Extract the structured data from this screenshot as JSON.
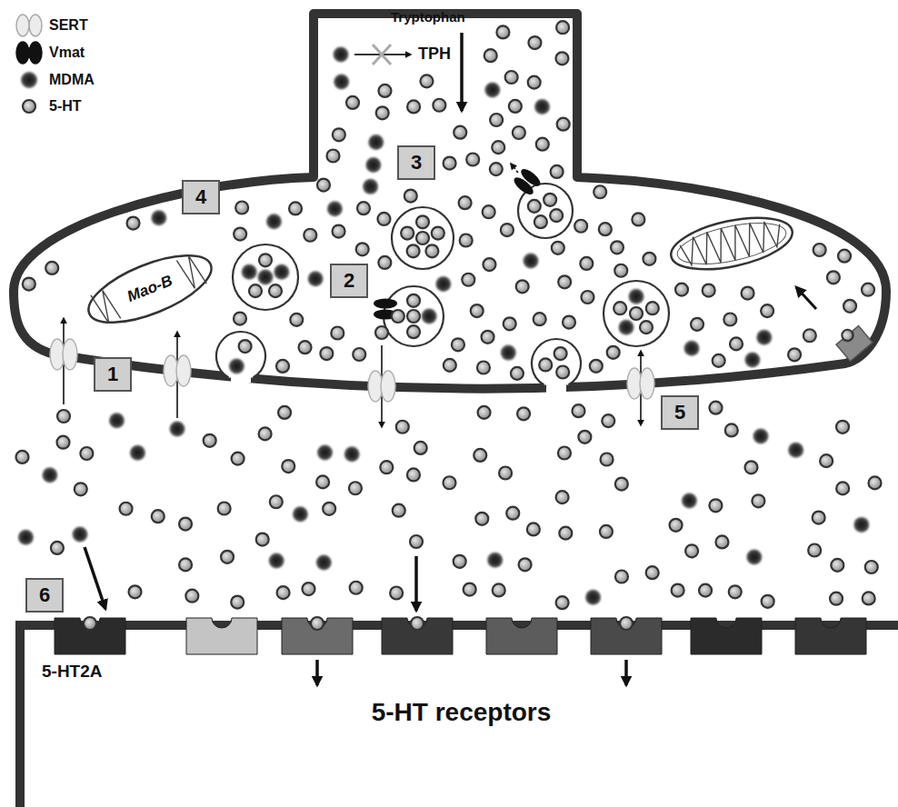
{
  "diagram": {
    "nodes": [
      {
        "text": [
          "Mao-B"
        ]
      },
      {
        "text": [
          "5-HT receptors"
        ]
      }
    ],
    "labels": [
      "Tryptophan",
      "TPH",
      "1",
      "2",
      "3",
      "4",
      "5",
      "6",
      "5-HT2A"
    ],
    "legend": [
      {
        "text": "SERT"
      },
      {
        "text": "Vmat"
      },
      {
        "text": "MDMA"
      },
      {
        "text": "5-HT"
      }
    ]
  }
}
